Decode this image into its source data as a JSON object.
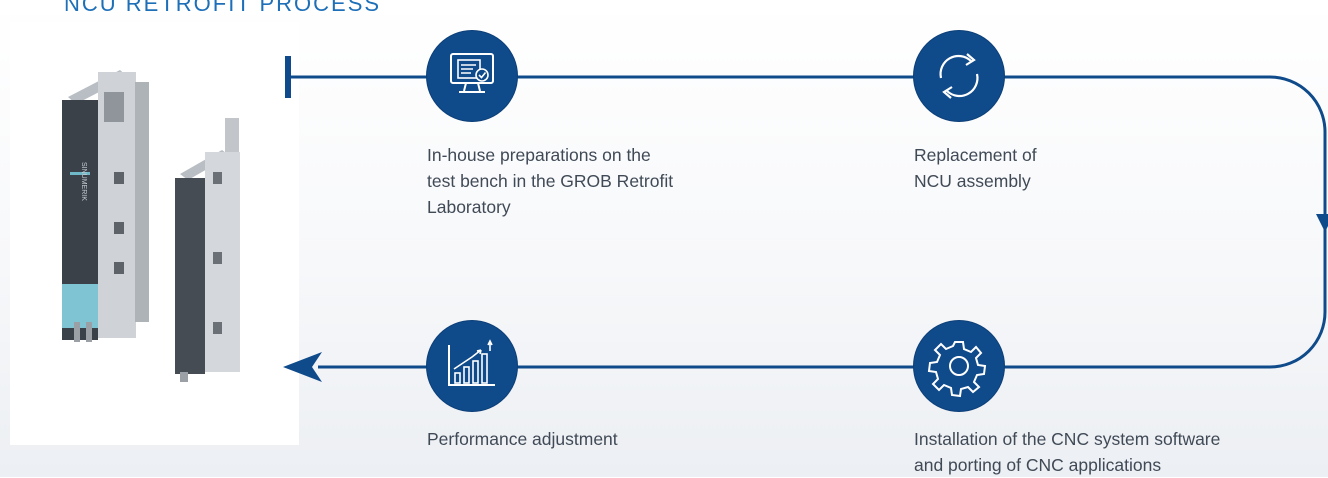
{
  "title": "NCU RETROFIT PROCESS",
  "accent_color": "#0f4a8a",
  "product_label": "SINUMERIK",
  "steps": [
    {
      "icon": "monitor-checklist-icon",
      "line1": "In-house preparations on the",
      "line2": "test bench in the GROB Retrofit",
      "line3": "Laboratory"
    },
    {
      "icon": "refresh-arrows-icon",
      "line1": "Replacement of",
      "line2": "NCU assembly"
    },
    {
      "icon": "gear-icon",
      "line1": "Installation of the CNC system software",
      "line2": "and porting of CNC applications"
    },
    {
      "icon": "growth-chart-icon",
      "line1": "Performance adjustment"
    }
  ]
}
